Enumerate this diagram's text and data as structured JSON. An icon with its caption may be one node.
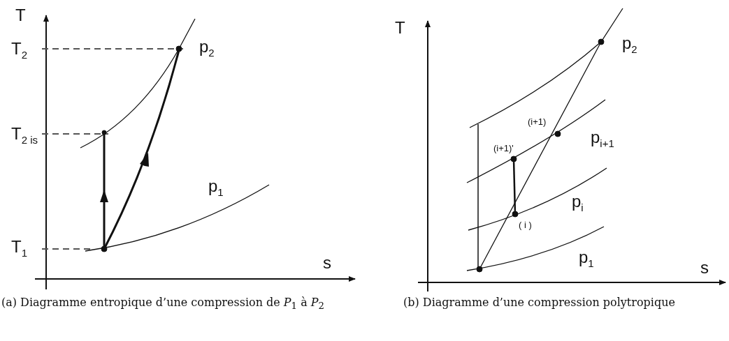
{
  "diagram": {
    "labels": [
      "T",
      "T$_{2}$",
      "p$_{2}$",
      "T$_{2 is}$",
      "p$_{1}$",
      "T$_{1}$",
      "s",
      "T",
      "p$_{2}$",
      "(i+1)",
      "p$_{i+1}$",
      "(i+1)'",
      "p$_{i}$",
      "( i )",
      "p$_{1}$",
      "s",
      "(a) Diagramme entropique d’une compression de *P*$_{1}$ à *P*$_{2}$",
      "(b) Diagramme d’une compression polytropique"
    ]
  }
}
